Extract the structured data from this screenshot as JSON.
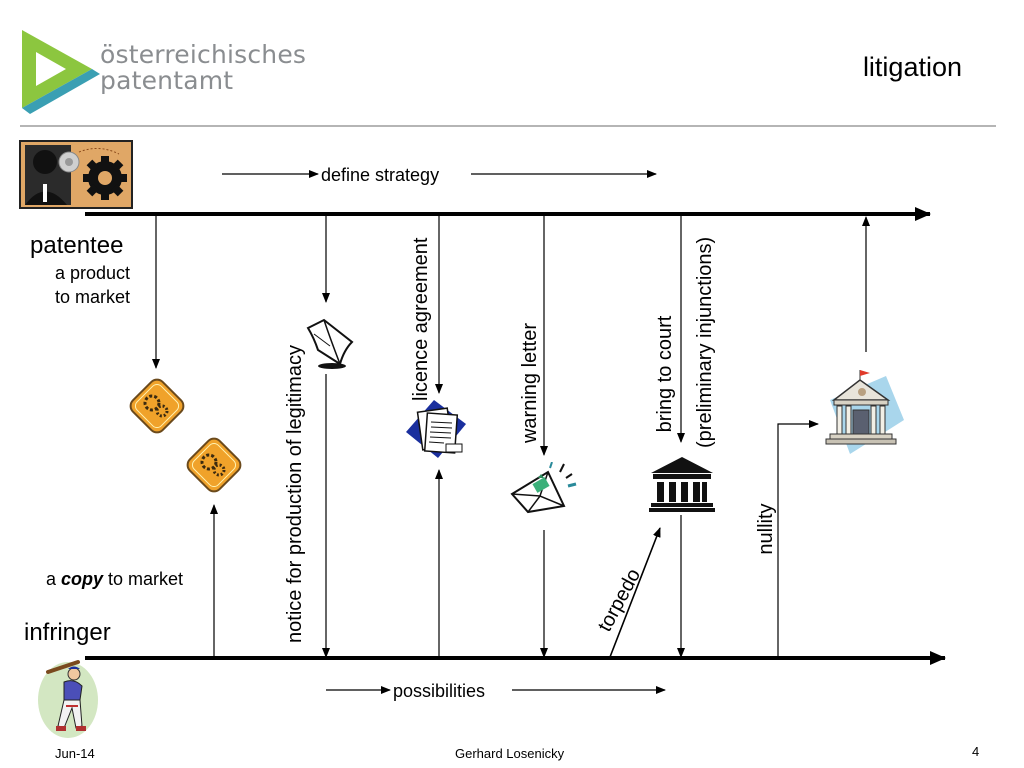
{
  "logo": {
    "line1": "österreichisches",
    "line2": "patentamt"
  },
  "title": "litigation",
  "labels": {
    "define_strategy": "define strategy",
    "patentee": "patentee",
    "product_line1": "a product",
    "product_line2": "to market",
    "copy_prefix": "a ",
    "copy_word": "copy",
    "copy_suffix": " to market",
    "infringer": "infringer",
    "possibilities": "possibilities",
    "notice": "notice for production of legitimacy",
    "licence": "licence agreement",
    "warning": "warning letter",
    "court_line1": "bring to court",
    "court_line2": "(preliminary injunctions)",
    "torpedo": "torpedo",
    "nullity": "nullity"
  },
  "footer": {
    "date": "Jun-14",
    "author": "Gerhard Losenicky",
    "page": "4"
  },
  "colors": {
    "logo_green": "#8cc63f",
    "logo_teal": "#3a9fb3",
    "accent_orange": "#f0a22a",
    "clip_blue": "#1a2f9e",
    "sky": "#a9d6ec"
  },
  "icons": {
    "patentee": "business-person-gears-icon",
    "product": "gear-sign-icon",
    "infringer": "baseball-player-icon",
    "notice": "paper-document-icon",
    "licence": "contract-documents-icon",
    "warning": "envelope-letter-icon",
    "court": "courthouse-icon",
    "nullity": "patent-office-building-icon"
  }
}
